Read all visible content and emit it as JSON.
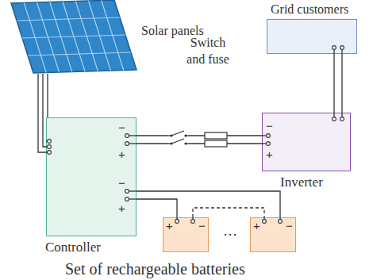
{
  "diagram": {
    "nodes": [
      {
        "text": [
          "Solar panels"
        ]
      },
      {
        "text": [
          "−",
          "+",
          "−",
          "+",
          "Controller"
        ]
      },
      {
        "text": [
          "−",
          "+",
          "Inverter"
        ]
      },
      {
        "text": [
          "Grid customers"
        ]
      },
      {
        "text": [
          "+",
          "−"
        ]
      },
      {
        "text": [
          "+",
          "−"
        ]
      }
    ],
    "edges": [
      {
        "from": 0,
        "to": 1,
        "arrow": "none"
      },
      {
        "from": 1,
        "to": 2,
        "arrow": "none",
        "label": "Switch and fuse"
      },
      {
        "from": 2,
        "to": 3,
        "arrow": "none"
      },
      {
        "from": 1,
        "to": 4,
        "arrow": "none"
      },
      {
        "from": 1,
        "to": 5,
        "arrow": "none"
      },
      {
        "from": 4,
        "to": 5,
        "arrow": "none"
      }
    ],
    "labels": [
      "…",
      "Set of rechargeable batteries"
    ]
  }
}
